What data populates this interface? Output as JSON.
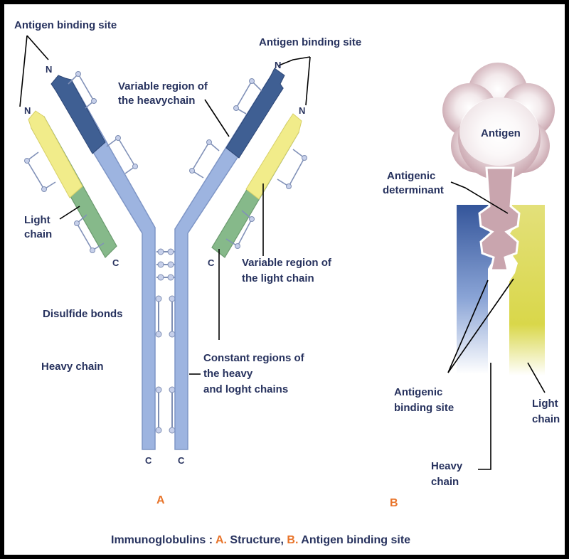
{
  "panel_a": {
    "antigen_site_left": "Antigen binding site",
    "antigen_site_right": "Antigen binding site",
    "n_heavy_left": "N",
    "n_light_left": "N",
    "n_heavy_right": "N",
    "n_light_right": "N",
    "variable_heavy_line1": "Variable region of",
    "variable_heavy_line2": "the heavychain",
    "light_chain_line1": "Light",
    "light_chain_line2": "chain",
    "c_light_left": "C",
    "c_light_right": "C",
    "variable_light_line1": "Variable region of",
    "variable_light_line2": "the light chain",
    "disulfide_bonds": "Disulfide bonds",
    "heavy_chain": "Heavy chain",
    "constant_line1": "Constant regions of",
    "constant_line2": "the heavy",
    "constant_line3": "and loght chains",
    "c_heavy_left": "C",
    "c_heavy_right": "C",
    "letter": "A"
  },
  "panel_b": {
    "antigen": "Antigen",
    "determinant_line1": "Antigenic",
    "determinant_line2": "determinant",
    "binding_line1": "Antigenic",
    "binding_line2": "binding site",
    "light_line1": "Light",
    "light_line2": "chain",
    "heavy_line1": "Heavy",
    "heavy_line2": "chain",
    "letter": "B"
  },
  "caption": {
    "prefix": "Immunoglobulins : ",
    "a_letter": "A.",
    "a_text": " Structure, ",
    "b_letter": "B.",
    "b_text": " Antigen binding site"
  },
  "colors": {
    "heavy_constant": "#9db4e0",
    "heavy_variable": "#3f5f93",
    "light_constant": "#86b98a",
    "light_variable": "#f1ec8a",
    "antigen": "#c9a5ae",
    "label_text": "#27325e",
    "accent_orange": "#e8742a"
  }
}
